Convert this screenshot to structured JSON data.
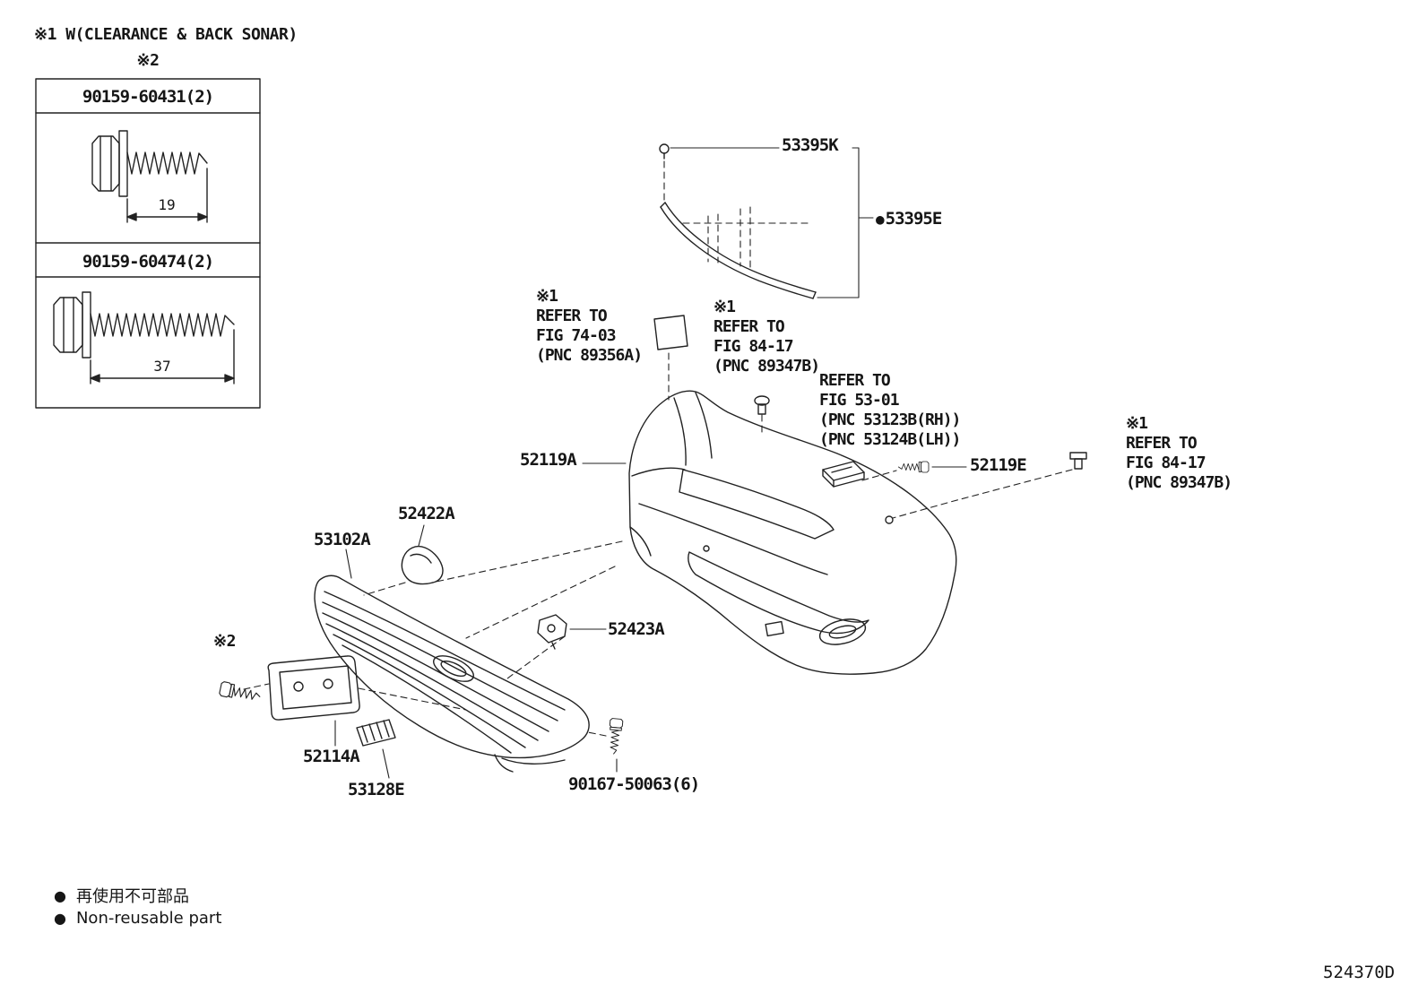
{
  "page": {
    "note_sonar": "※1 W(CLEARANCE & BACK SONAR)",
    "diagram_code": "524370D"
  },
  "hardware_table": {
    "note": "※2",
    "rows": [
      {
        "part_number": "90159-60431(2)",
        "length": "19"
      },
      {
        "part_number": "90159-60474(2)",
        "length": "37"
      }
    ]
  },
  "callouts": {
    "seal_retainer": "53395K",
    "seal": "53395E",
    "bumper_cover": "52119A",
    "cover_screw": "52119E",
    "upper_bracket": "52422A",
    "radiator_grille": "53102A",
    "lower_bracket": "52423A",
    "license_plate_support": "52114A",
    "grille_piece": "53128E",
    "grille_screw_set": "90167-50063(6)",
    "note2": "※2"
  },
  "references": {
    "fig7403": {
      "lines": [
        "※1",
        "REFER TO",
        "FIG 74-03",
        "(PNC 89356A)"
      ]
    },
    "fig8417_left": {
      "lines": [
        "※1",
        "REFER TO",
        "FIG 84-17",
        "(PNC 89347B)"
      ]
    },
    "fig5301": {
      "lines": [
        "REFER TO",
        "FIG 53-01",
        "(PNC 53123B(RH))",
        "(PNC 53124B(LH))"
      ]
    },
    "fig8417_right": {
      "lines": [
        "※1",
        "REFER TO",
        "FIG 84-17",
        "(PNC 89347B)"
      ]
    }
  },
  "legend": {
    "bullet": "●",
    "items": [
      {
        "text": "再使用不可部品"
      },
      {
        "text": "Non-reusable part"
      }
    ]
  }
}
